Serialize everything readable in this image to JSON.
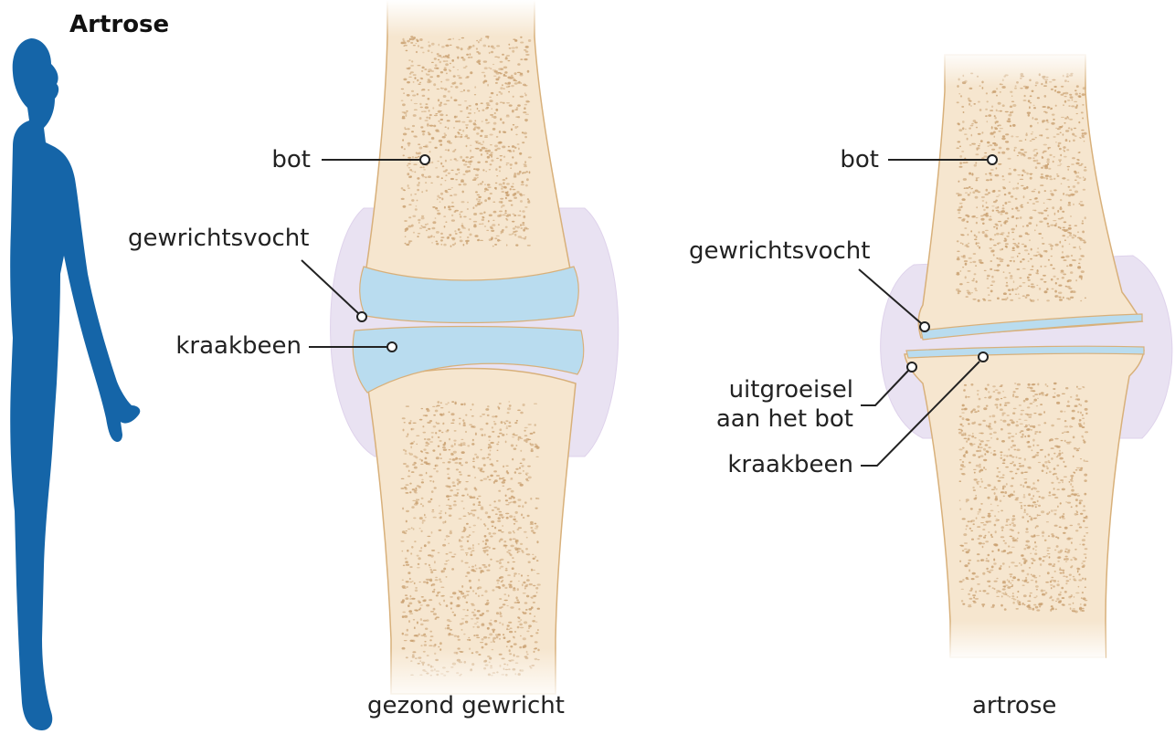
{
  "title": "Artrose",
  "colors": {
    "silhouette": "#1565a8",
    "bone": "#f6e6cf",
    "bone_edge": "#d8b07a",
    "marrow_dots": "#c9a070",
    "cartilage": "#b9dcef",
    "cartilage_edge": "#7fb8d8",
    "capsule": "#e6ddf0",
    "leader": "#222222"
  },
  "healthy": {
    "caption": "gezond gewricht",
    "labels": {
      "bone": "bot",
      "fluid": "gewrichtsvocht",
      "cartilage": "kraakbeen"
    }
  },
  "arthrosis": {
    "caption": "artrose",
    "labels": {
      "bone": "bot",
      "fluid": "gewrichtsvocht",
      "outgrowth_line1": "uitgroeisel",
      "outgrowth_line2": "aan het bot",
      "cartilage": "kraakbeen"
    }
  }
}
